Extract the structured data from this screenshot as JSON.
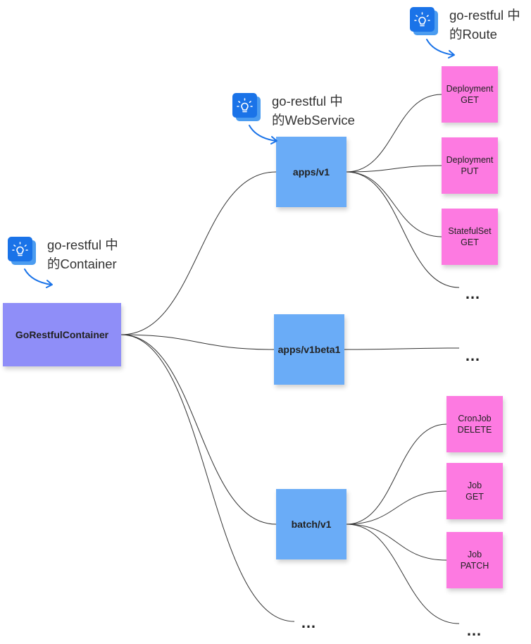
{
  "callouts": {
    "route": {
      "line1": "go-restful 中",
      "line2": "的Route",
      "icon": "lightbulb-icon"
    },
    "webservice": {
      "line1": "go-restful 中",
      "line2": "的WebService",
      "icon": "lightbulb-icon"
    },
    "container": {
      "line1": "go-restful 中",
      "line2": "的Container",
      "icon": "lightbulb-icon"
    }
  },
  "nodes": {
    "container": "GoRestfulContainer",
    "apps_v1": "apps/v1",
    "apps_v1beta1": "apps/v1beta1",
    "batch_v1": "batch/v1",
    "deployment_get": "Deployment\nGET",
    "deployment_put": "Deployment\nPUT",
    "statefulset_get": "StatefulSet\nGET",
    "cronjob_delete": "CronJob\nDELETE",
    "job_get": "Job\nGET",
    "job_patch": "Job\nPATCH"
  },
  "ellipsis": {
    "apps_v1_more": "…",
    "apps_v1beta1_more": "…",
    "batch_v1_more": "…",
    "container_more": "…"
  },
  "colors": {
    "container": "#8f8ef8",
    "webservice": "#6aacf7",
    "route": "#fd7ae1",
    "icon": "#1a73e8",
    "icon_shadow": "#4b9cf0",
    "line": "#333333",
    "arrow": "#1a73e8"
  }
}
